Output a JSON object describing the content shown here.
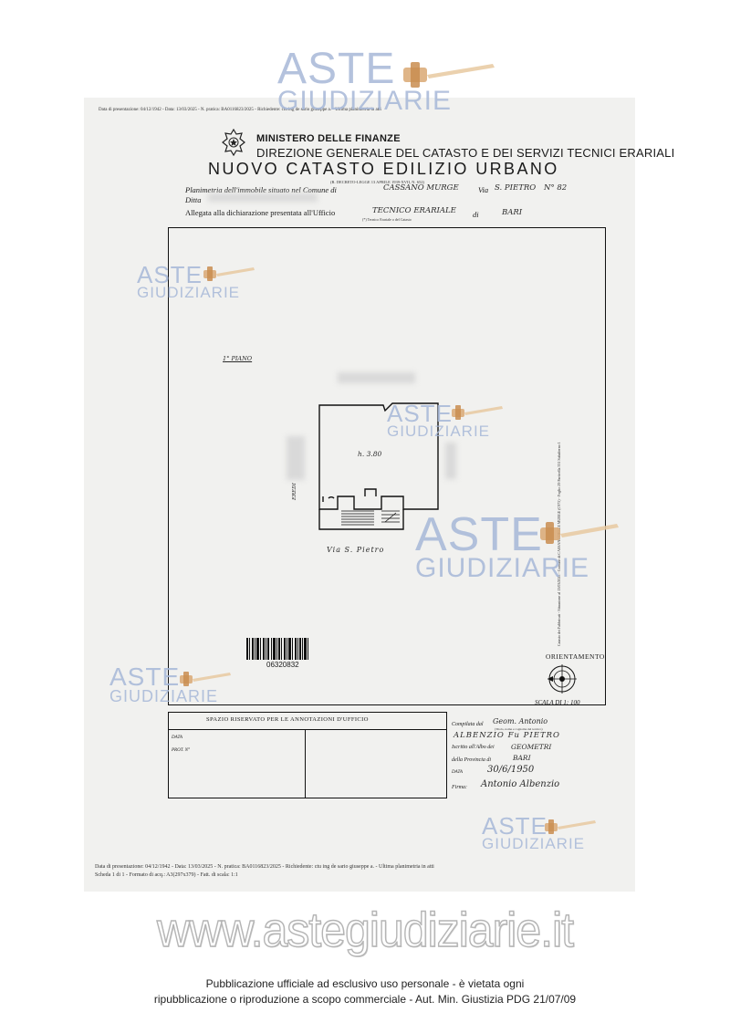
{
  "watermark": {
    "aste": "ASTE",
    "giudiziarie": "GIUDIZIARIE",
    "site": "www.astegiudiziarie.it",
    "notice_line1": "Pubblicazione ufficiale ad esclusivo uso personale - è vietata ogni",
    "notice_line2": "ripubblicazione o riproduzione a scopo commerciale - Aut. Min. Giustizia PDG 21/07/09"
  },
  "header": {
    "top_meta": "Data di presentazione: 04/12/1942 - Data: 13/03/2025 - N. pratica: BA0116823/2025 - Richiedente: ctu ing de sario giuseppe a. - Ultima planimetria in atti",
    "ministry": "MINISTERO DELLE FINANZE",
    "direzione": "DIREZIONE GENERALE DEL CATASTO E DEI SERVIZI TECNICI ERARIALI",
    "title": "NUOVO CATASTO EDILIZIO URBANO",
    "decree": "(R. DECRETO-LEGGE 13 APRILE 1939-XVII, N. 652)",
    "planimetria_label": "Planimetria dell'immobile situato nel Comune di",
    "comune": "CASSANO MURGE",
    "via_label": "Via",
    "via": "S. PIETRO",
    "numero": "N° 82",
    "ditta_label": "Ditta",
    "allegata_label": "Allegata alla dichiarazione presentata all'Ufficio",
    "ufficio": "TECNICO ERARIALE",
    "ufficio_note": "(*) Tecnico Erariale o del Catasto",
    "di_label": "di",
    "citta": "BARI"
  },
  "plan": {
    "piano": "1° PIANO",
    "room_height": "h. 3.80",
    "neighbor": "EREDI",
    "street": "Via  S. Pietro",
    "barcode_number": "06320832",
    "orientamento": "ORIENTAMENTO",
    "scala": "SCALA DI 1: 100",
    "side_stamp": "Catasto dei Fabbricati - Situazione al 13/03/2025 - Comune di CASSANO DELLE MURGE (C975) - Foglio 29 Particella 331 Subalterno 1"
  },
  "footer_box": {
    "spazio_title": "SPAZIO RISERVATO PER LE ANNOTAZIONI D'UFFICIO",
    "data_label": "DATA",
    "prot_label": "PROT. N°",
    "compilata_label": "Compilata dal",
    "compilata_value": "Geom. Antonio",
    "compilata_note": "(Titolo, nome e cognome del tecnico)",
    "name_line": "ALBENZIO  Fu  PIETRO",
    "iscritto_label": "Iscritto all'Albo dei",
    "iscritto_value": "GEOMETRI",
    "provincia_label": "della Provincia di",
    "provincia_value": "BARI",
    "data2_label": "DATA",
    "data2_value": "30/6/1950",
    "firma_label": "Firma:",
    "firma_value": "Antonio Albenzio"
  },
  "bottom_meta": {
    "line1": "Data di presentazione: 04/12/1942 - Data: 13/03/2025 - N. pratica: BA0116823/2025 - Richiedente: ctu ing de sario giuseppe a. - Ultima planimetria in atti",
    "line2": "Scheda 1 di 1 - Formato di acq.: A3(297x379) - Fatt. di scala: 1:1"
  }
}
